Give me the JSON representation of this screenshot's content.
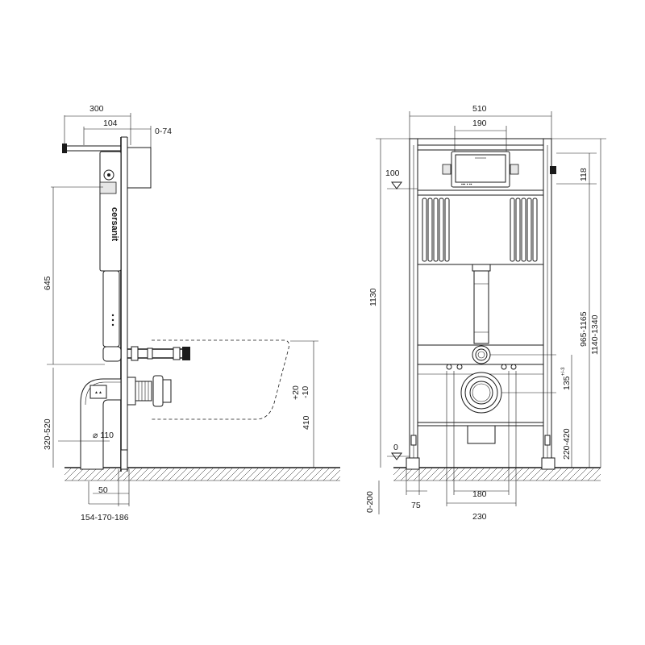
{
  "side_view": {
    "dims": {
      "d300": "300",
      "d104": "104",
      "d074": "0-74",
      "d645": "645",
      "d320_520": "320-520",
      "d110": "⌀ 110",
      "d50": "50",
      "d154": "154-170-186",
      "dplus20": "+20",
      "dminus10": "-10",
      "d410": "410"
    },
    "brand_label": "cersanit"
  },
  "front_view": {
    "dims": {
      "d510": "510",
      "d190": "190",
      "d100": "100",
      "d118": "118",
      "d1130": "1130",
      "d965": "965-1165",
      "d1140": "1140-1340",
      "d135": "135",
      "d135tol": "+/-3",
      "d0": "0",
      "d220": "220-420",
      "d0_200": "0-200",
      "d75": "75",
      "d180": "180",
      "d230": "230"
    }
  },
  "colors": {
    "line": "#1a1a1a",
    "background": "#ffffff",
    "panel": "#e6e6e6"
  }
}
